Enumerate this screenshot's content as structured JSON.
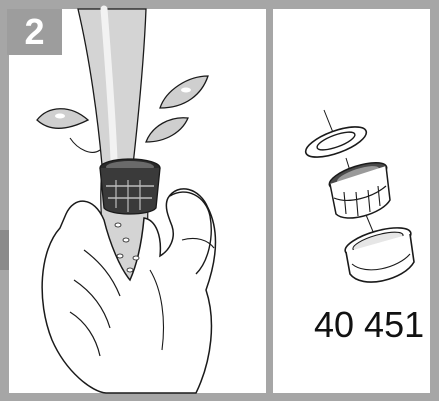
{
  "step": {
    "number": "2"
  },
  "part": {
    "number": "40 451"
  },
  "colors": {
    "frame_gray": "#a6a6a6",
    "badge_gray": "#9d9d9d",
    "water_gray": "#cfcfcf",
    "line": "#1a1a1a"
  },
  "icons": {
    "left_panel": "hand-cleaning-aerator-under-water",
    "right_panel": "aerator-exploded-view"
  }
}
